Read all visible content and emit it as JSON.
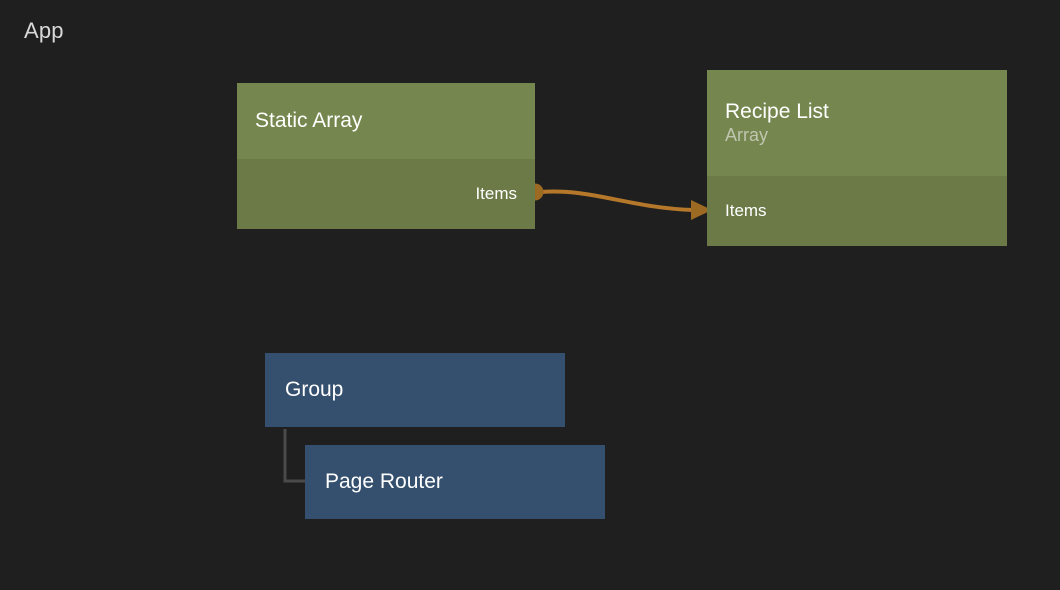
{
  "canvas": {
    "title": "App",
    "background_color": "#1f1f1f"
  },
  "colors": {
    "node_green_header": "#75874e",
    "node_green_body": "#6b7a47",
    "node_blue": "#35506e",
    "edge_data": "#b5772a",
    "edge_hierarchy": "#4a4a4a",
    "text_primary": "#ffffff",
    "text_muted": "#c0c5b0",
    "title_text": "#d8d8d8"
  },
  "nodes": {
    "static_array": {
      "title": "Static Array",
      "subtitle": "",
      "port_label": "Items",
      "type": "array-node"
    },
    "recipe_list": {
      "title": "Recipe List",
      "subtitle": "Array",
      "port_label": "Items",
      "type": "array-node"
    },
    "group": {
      "title": "Group",
      "type": "group-node"
    },
    "page_router": {
      "title": "Page Router",
      "type": "router-node"
    }
  },
  "edges": [
    {
      "name": "items-to-items",
      "from": "static_array.Items",
      "to": "recipe_list.Items",
      "style": "curved",
      "color": "#b5772a",
      "start_marker": "dot",
      "end_marker": "arrow"
    },
    {
      "name": "group-to-page-router",
      "from": "group",
      "to": "page_router",
      "style": "elbow",
      "color": "#4a4a4a",
      "start_marker": "none",
      "end_marker": "none"
    }
  ]
}
